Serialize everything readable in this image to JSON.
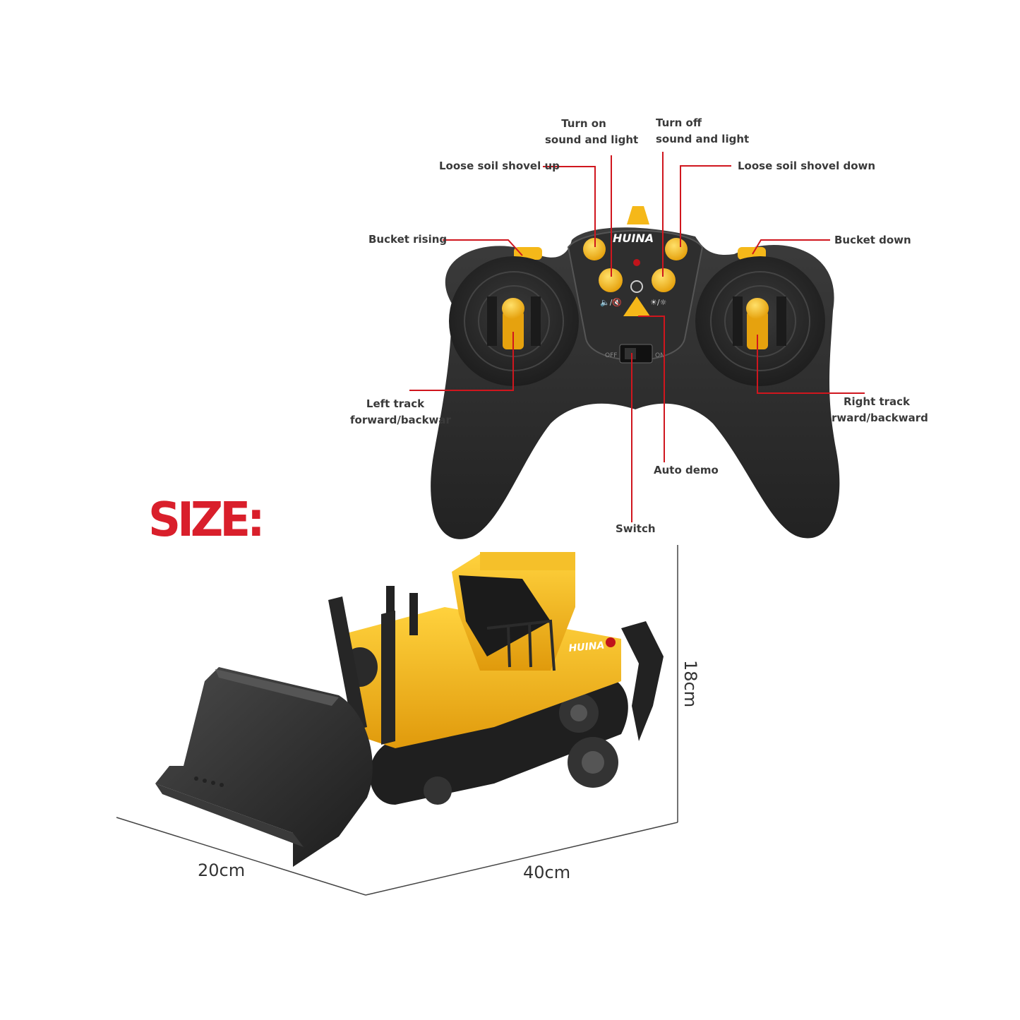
{
  "brand": "HUINA",
  "size_heading": "SIZE:",
  "colors": {
    "callout_line": "#d0161e",
    "size_heading": "#d91f2b",
    "controller_body": "#2b2b2b",
    "button_yellow": "#f5b819",
    "dozer_yellow": "#f2b21c"
  },
  "controller_labels": {
    "turn_on": [
      "Turn on",
      "sound and light"
    ],
    "turn_off": [
      "Turn off",
      "sound and light"
    ],
    "shovel_up": "Loose soil shovel up",
    "shovel_down": "Loose soil shovel down",
    "bucket_rising": "Bucket rising",
    "bucket_down": "Bucket down",
    "left_track": [
      "Left track",
      "forward/backwar"
    ],
    "right_track": [
      "Right track",
      "rward/backward"
    ],
    "auto_demo": "Auto demo",
    "switch": "Switch"
  },
  "switch_marks": {
    "off": "OFF",
    "on": "ON"
  },
  "dimensions": {
    "height": "18cm",
    "length": "40cm",
    "width": "20cm"
  }
}
